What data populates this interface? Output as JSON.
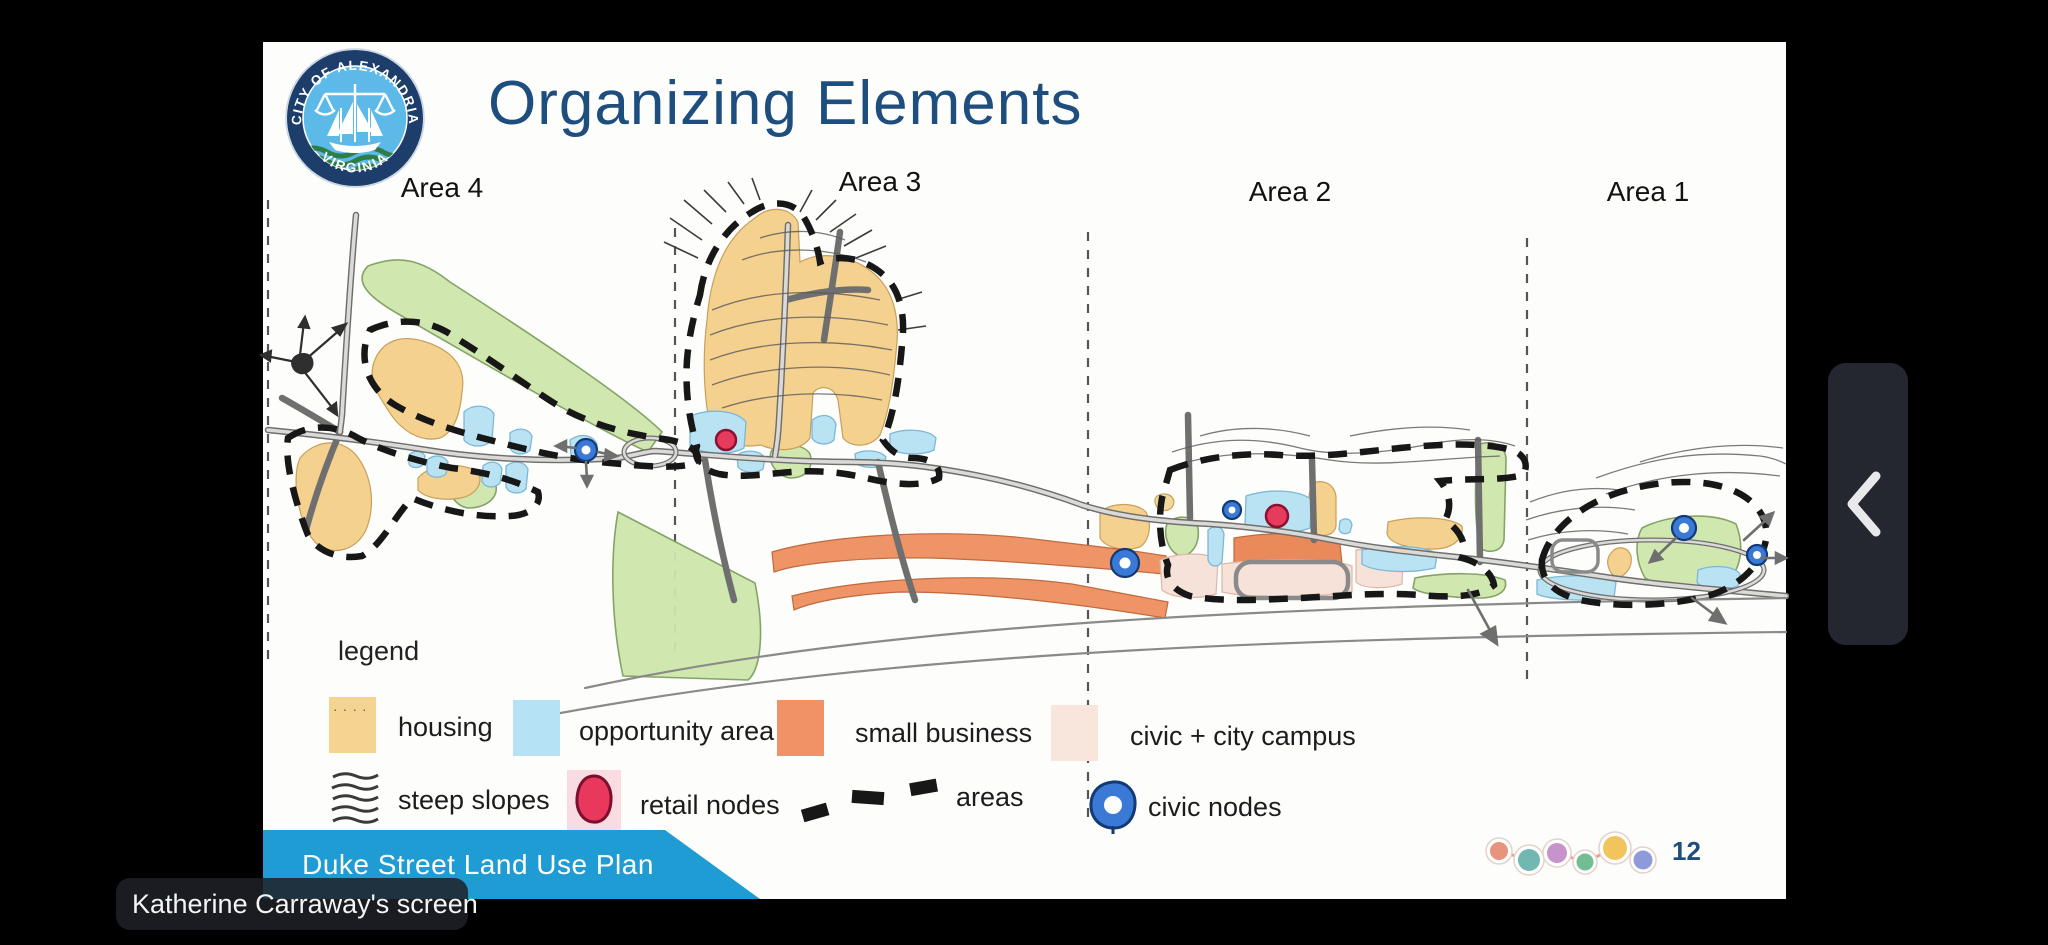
{
  "window": {
    "background": "#000000"
  },
  "screen_share": {
    "label": "Katherine Carraway's screen"
  },
  "nav": {
    "back_icon": "chevron-left"
  },
  "slide": {
    "logo": {
      "org": "CITY OF ALEXANDRIA",
      "state": "VIRGINIA"
    },
    "title": "Organizing Elements",
    "areas": [
      {
        "label": "Area 4"
      },
      {
        "label": "Area 3"
      },
      {
        "label": "Area 2"
      },
      {
        "label": "Area 1"
      }
    ],
    "legend": {
      "title": "legend",
      "row1": [
        {
          "label": "housing",
          "color": "#f5d491"
        },
        {
          "label": "opportunity area",
          "color": "#b5e3f5"
        },
        {
          "label": "small business",
          "color": "#f09266"
        },
        {
          "label": "civic + city campus",
          "color": "#f8e6dc"
        }
      ],
      "row2": [
        {
          "label": "steep slopes",
          "icon": "steep-slopes-icon",
          "color": "#3a3a3a"
        },
        {
          "label": "retail nodes",
          "icon": "retail-node-icon",
          "color": "#e8385c"
        },
        {
          "label": "areas",
          "icon": "area-dash-icon",
          "color": "#171717"
        },
        {
          "label": "civic nodes",
          "icon": "civic-node-icon",
          "color": "#3b79d6"
        }
      ]
    },
    "footer_banner": {
      "text": "Duke Street Land Use Plan",
      "color": "#1f9cd3"
    },
    "page_number": "12",
    "progress_dots": {
      "colors": [
        "#e8937d",
        "#72b7b0",
        "#c693cb",
        "#72be92",
        "#f2c45e",
        "#8f9ad9"
      ]
    }
  }
}
